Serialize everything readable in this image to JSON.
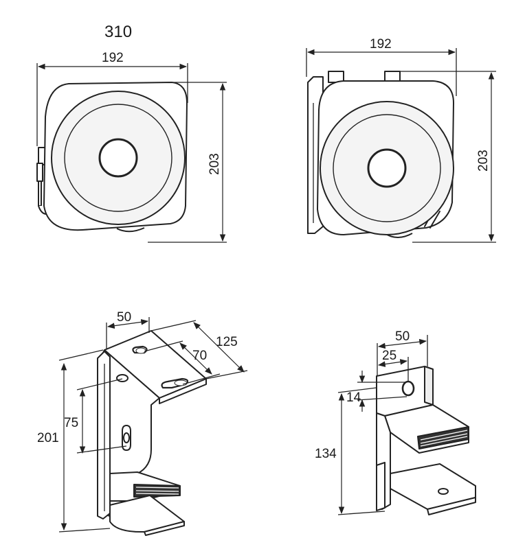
{
  "drawing": {
    "model": "310",
    "views": [
      {
        "id": "front-left",
        "width": "192",
        "height": "203"
      },
      {
        "id": "front-right",
        "width": "192",
        "height": "203"
      }
    ],
    "bracket_tall": {
      "width": "50",
      "depth": "125",
      "slot_spacing": "70",
      "hole_spacing": "75",
      "height": "201"
    },
    "bracket_short": {
      "width": "50",
      "hole_offset": "25",
      "hole_height": "14",
      "height": "134"
    }
  }
}
